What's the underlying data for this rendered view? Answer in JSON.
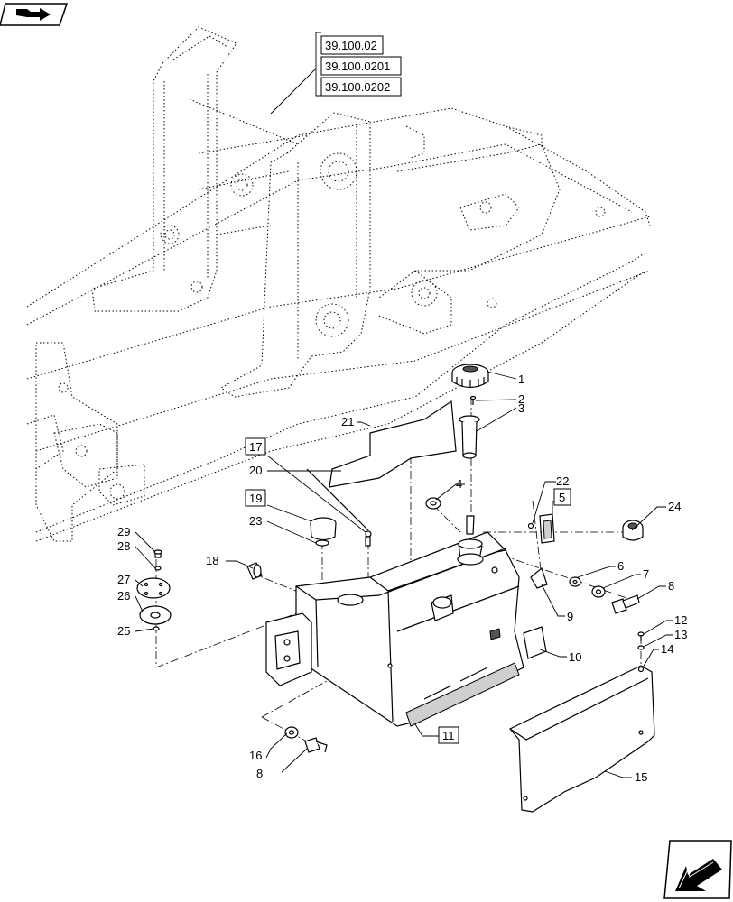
{
  "references": [
    "39.100.02",
    "39.100.0201",
    "39.100.0202"
  ],
  "callouts": [
    {
      "id": "c1",
      "text": "1"
    },
    {
      "id": "c2",
      "text": "2"
    },
    {
      "id": "c3",
      "text": "3"
    },
    {
      "id": "c4",
      "text": "4"
    },
    {
      "id": "c5",
      "text": "5"
    },
    {
      "id": "c6",
      "text": "6"
    },
    {
      "id": "c7",
      "text": "7"
    },
    {
      "id": "c8a",
      "text": "8"
    },
    {
      "id": "c8b",
      "text": "8"
    },
    {
      "id": "c9",
      "text": "9"
    },
    {
      "id": "c10",
      "text": "10"
    },
    {
      "id": "c11",
      "text": "11"
    },
    {
      "id": "c12",
      "text": "12"
    },
    {
      "id": "c13",
      "text": "13"
    },
    {
      "id": "c14",
      "text": "14"
    },
    {
      "id": "c15",
      "text": "15"
    },
    {
      "id": "c16",
      "text": "16"
    },
    {
      "id": "c17",
      "text": "17"
    },
    {
      "id": "c18",
      "text": "18"
    },
    {
      "id": "c19",
      "text": "19"
    },
    {
      "id": "c20",
      "text": "20"
    },
    {
      "id": "c21",
      "text": "21"
    },
    {
      "id": "c22",
      "text": "22"
    },
    {
      "id": "c23",
      "text": "23"
    },
    {
      "id": "c24",
      "text": "24"
    },
    {
      "id": "c25",
      "text": "25"
    },
    {
      "id": "c26",
      "text": "26"
    },
    {
      "id": "c27",
      "text": "27"
    },
    {
      "id": "c28",
      "text": "28"
    },
    {
      "id": "c29",
      "text": "29"
    }
  ],
  "icons": {
    "top_left": "book-arrow-icon",
    "bottom_right": "next-page-arrow-icon"
  }
}
